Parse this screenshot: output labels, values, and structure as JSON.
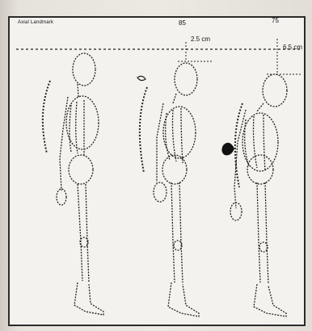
{
  "figure": {
    "reference_label": "Axial Landmark",
    "stages": [
      {
        "age": "",
        "displacement": ""
      },
      {
        "age": "85",
        "displacement": "2.5 cm"
      },
      {
        "age": "75",
        "displacement": "6.5 cm"
      }
    ]
  }
}
